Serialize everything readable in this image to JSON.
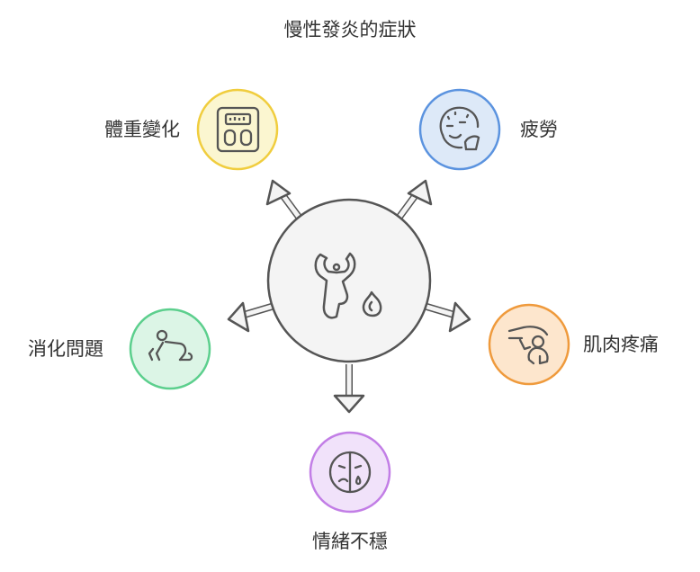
{
  "diagram": {
    "title": "慢性發炎的症狀",
    "center": {
      "icon": "inflamed-body-icon"
    },
    "nodes": [
      {
        "id": "weight",
        "label": "體重變化",
        "icon": "scale-icon",
        "color": "#f0cd3e",
        "fill": "#fbf6d0"
      },
      {
        "id": "fatigue",
        "label": "疲勞",
        "icon": "tired-face-icon",
        "color": "#5b93df",
        "fill": "#dde9f8"
      },
      {
        "id": "digestion",
        "label": "消化問題",
        "icon": "crawling-person-icon",
        "color": "#5ccf8d",
        "fill": "#dcf5e6"
      },
      {
        "id": "muscle",
        "label": "肌肉疼痛",
        "icon": "sore-muscle-icon",
        "color": "#ef9a3c",
        "fill": "#fde6cd"
      },
      {
        "id": "mood",
        "label": "情緒不穩",
        "icon": "sad-face-icon",
        "color": "#c27ee6",
        "fill": "#f1e2fa"
      }
    ]
  }
}
